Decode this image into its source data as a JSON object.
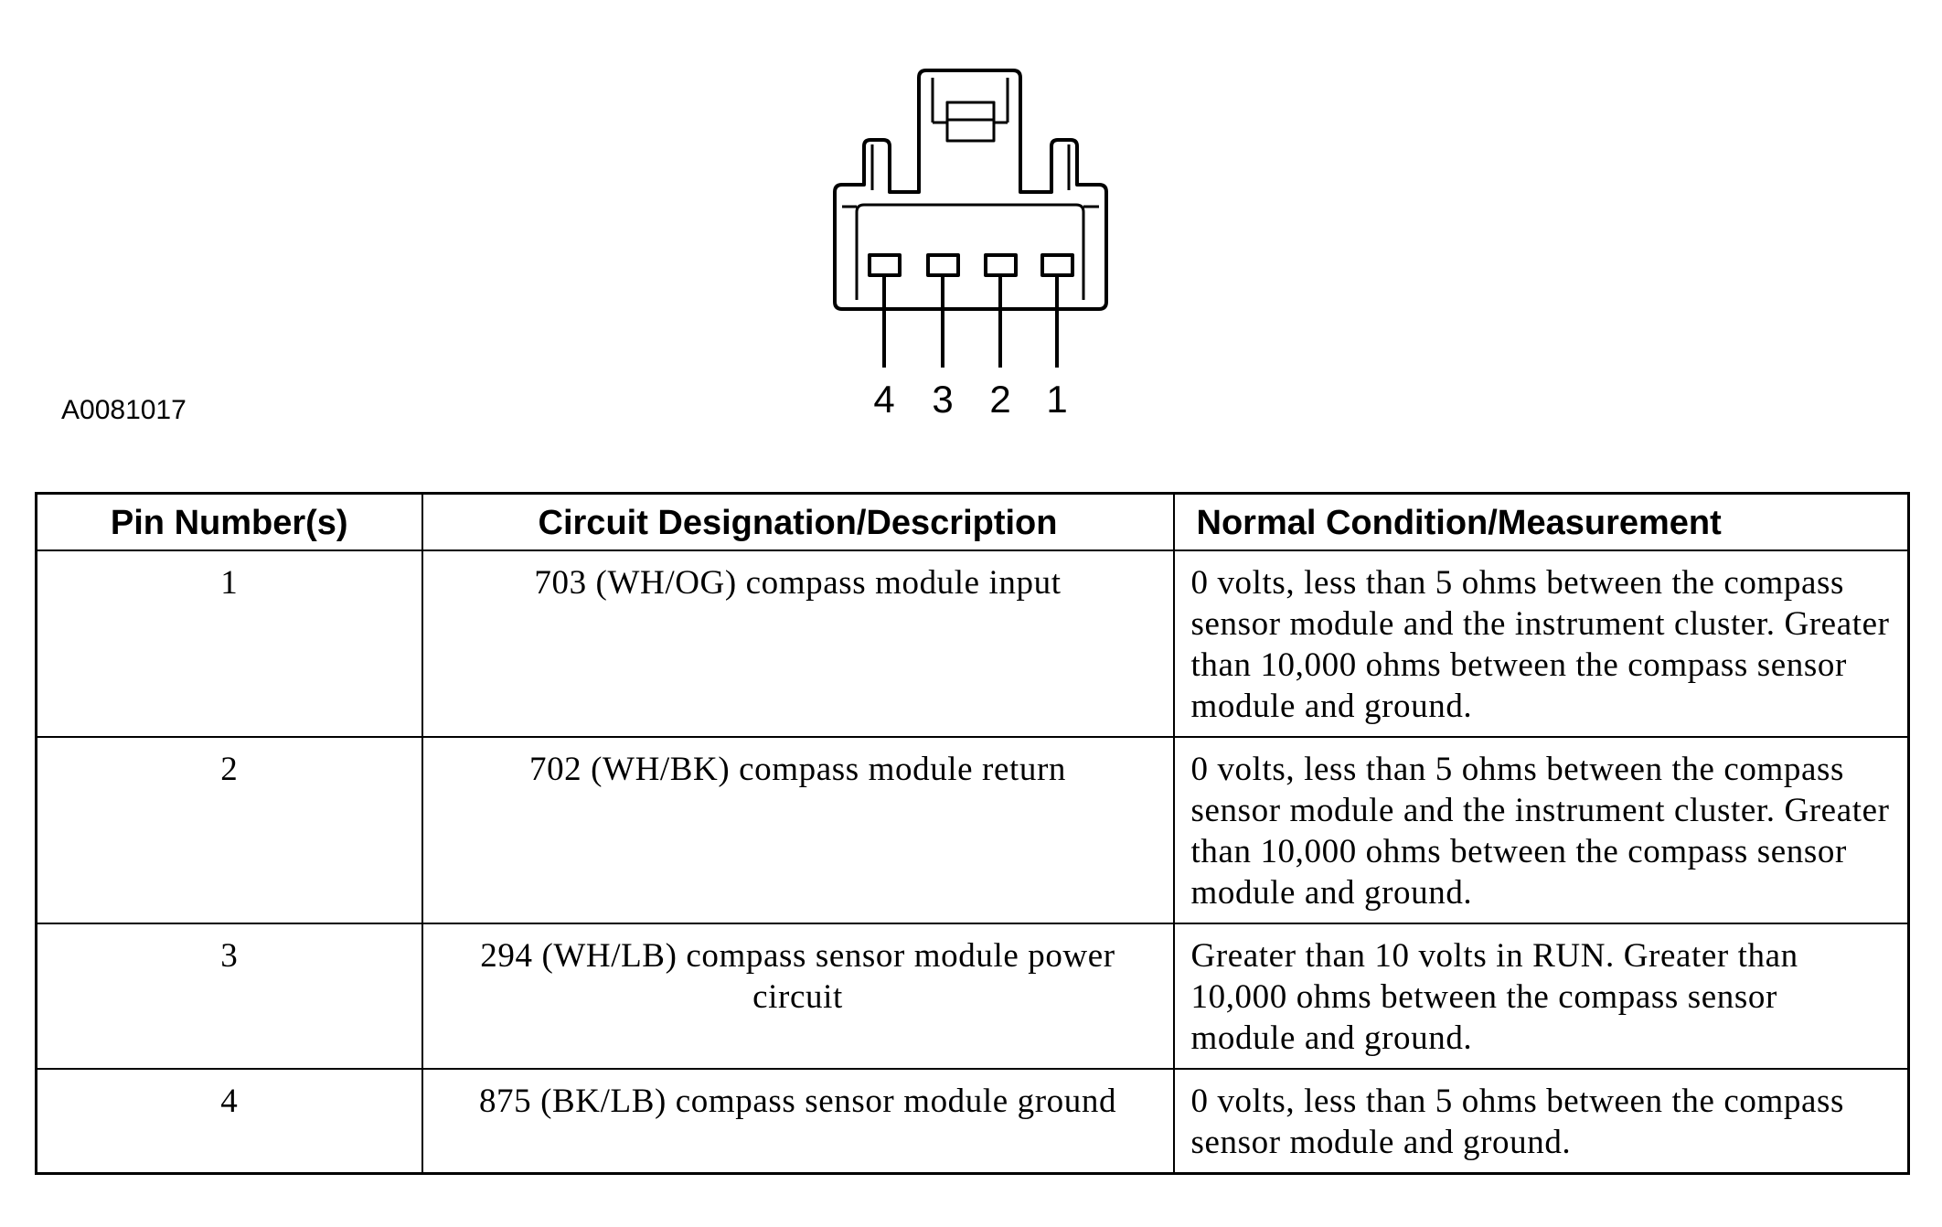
{
  "figure": {
    "id": "A0081017",
    "pins": [
      "4",
      "3",
      "2",
      "1"
    ]
  },
  "table": {
    "headers": [
      "Pin Number(s)",
      "Circuit Designation/Description",
      "Normal Condition/Measurement"
    ],
    "rows": [
      {
        "pin": "1",
        "circuit": "703 (WH/OG) compass module input",
        "normal": "0 volts, less than 5 ohms between the compass sensor module and the instrument cluster. Greater than 10,000 ohms between the compass sensor module and ground."
      },
      {
        "pin": "2",
        "circuit": "702 (WH/BK) compass module return",
        "normal": "0 volts, less than 5 ohms between the compass sensor module and the instrument cluster. Greater than 10,000 ohms between the compass sensor module and ground."
      },
      {
        "pin": "3",
        "circuit": "294 (WH/LB) compass sensor module power circuit",
        "normal": "Greater than 10 volts in RUN. Greater than 10,000 ohms between the compass sensor module and ground."
      },
      {
        "pin": "4",
        "circuit": "875 (BK/LB) compass sensor module ground",
        "normal": "0 volts, less than 5 ohms between the compass sensor module and ground."
      }
    ]
  }
}
